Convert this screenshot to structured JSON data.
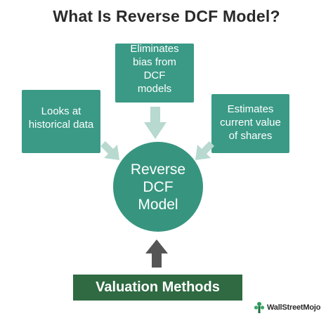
{
  "title": "What Is Reverse DCF Model?",
  "boxes": {
    "top": "Eliminates\nbias from DCF\nmodels",
    "left": "Looks at\nhistorical data",
    "right": "Estimates\ncurrent value\nof shares"
  },
  "hub": "Reverse\nDCF\nModel",
  "banner": "Valuation Methods",
  "brand": "WallStreetMojo",
  "colors": {
    "teal_box": "#3a9a86",
    "teal_hub": "#37957f",
    "banner": "#2f6a42",
    "arrow_light": "#b7d9cf",
    "arrow_dark": "#555555"
  }
}
